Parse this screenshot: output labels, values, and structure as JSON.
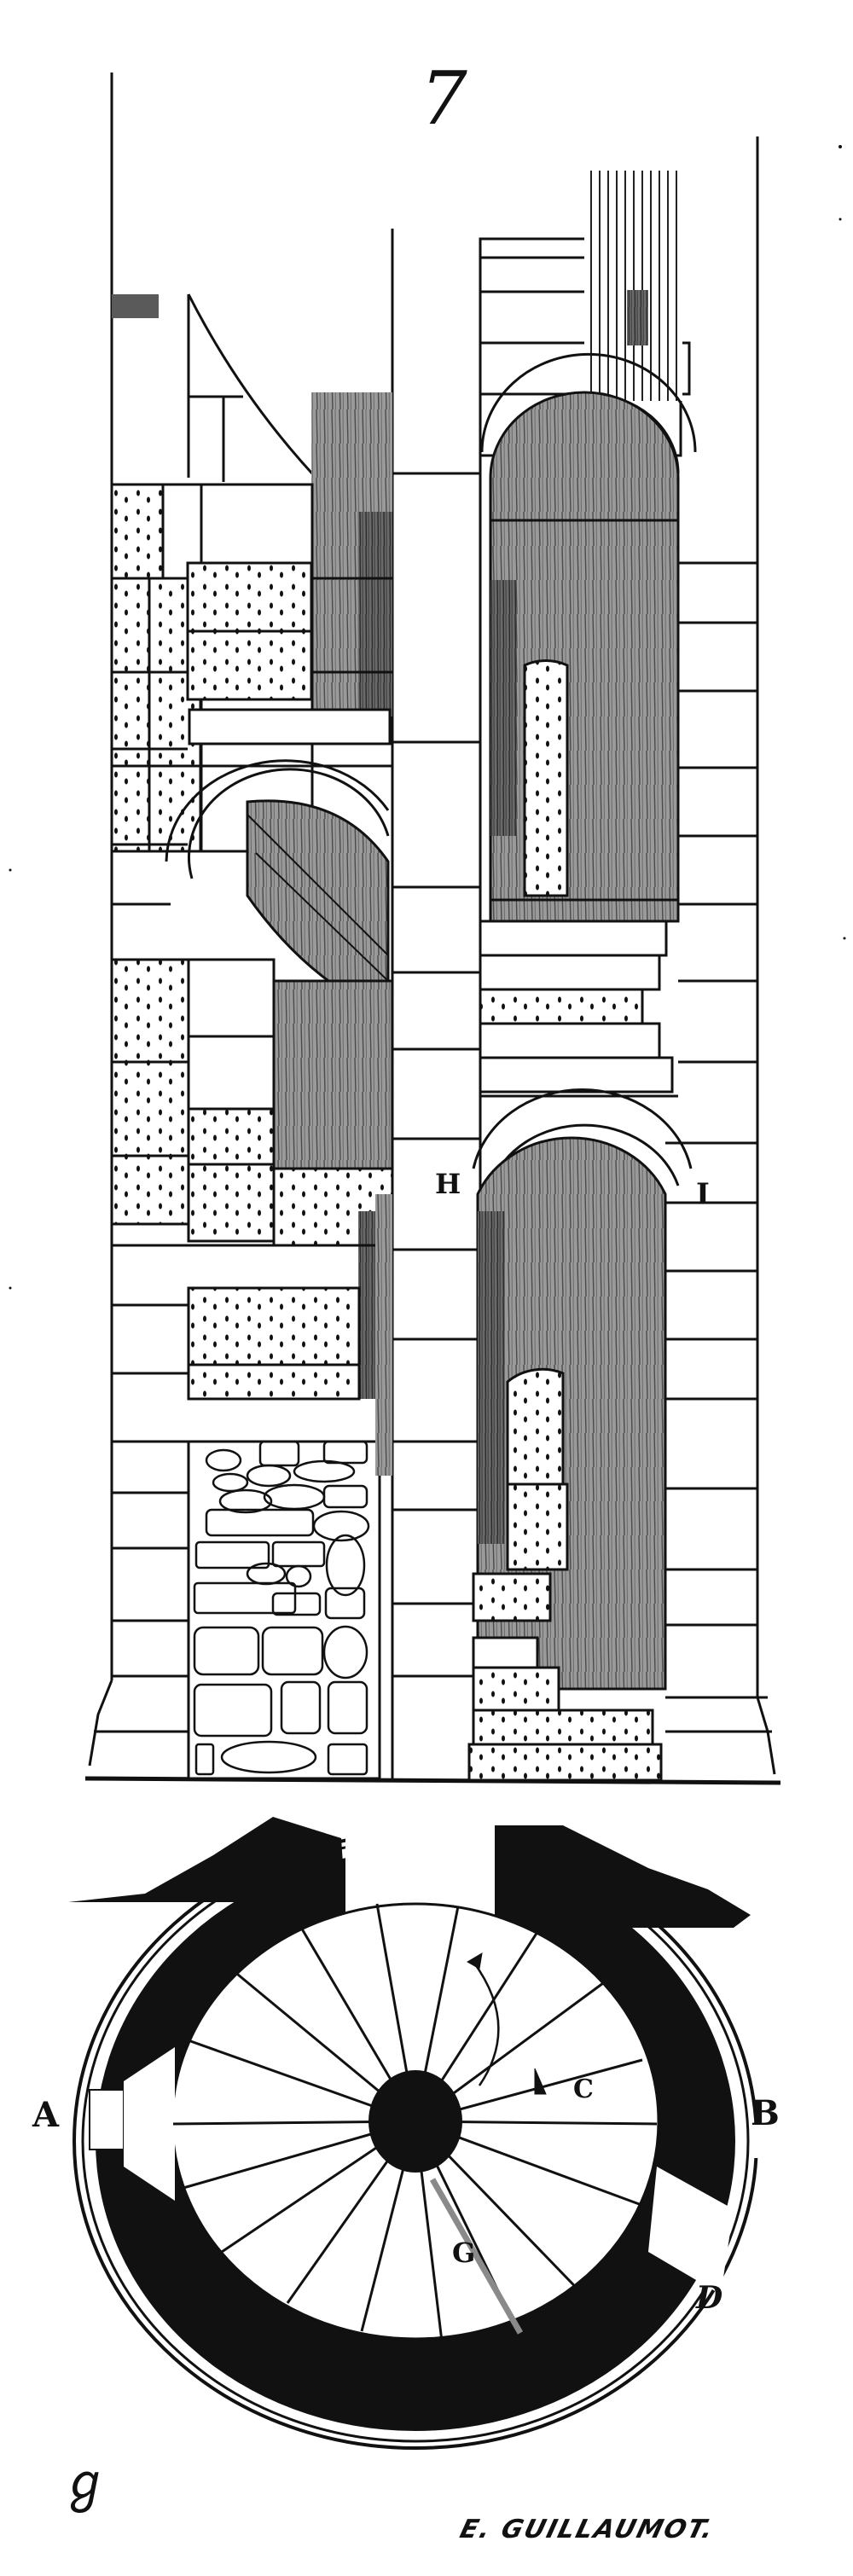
{
  "figure": {
    "number": "7",
    "type": "architectural plate: spiral staircase tower — elevation/section above, plan below"
  },
  "elevation": {
    "labels": [
      {
        "id": "H",
        "text": "H"
      },
      {
        "id": "I",
        "text": "I"
      }
    ]
  },
  "plan": {
    "labels": [
      {
        "id": "A",
        "text": "A"
      },
      {
        "id": "B",
        "text": "B"
      },
      {
        "id": "C",
        "text": "C"
      },
      {
        "id": "G",
        "text": "G"
      },
      {
        "id": "D",
        "text": "D"
      }
    ],
    "steps_count": 16
  },
  "credits": {
    "monogram": "ℊ",
    "engraver": "E. GUILLAUMOT."
  },
  "colors": {
    "ink": "#111111",
    "paper": "#ffffff",
    "shade": "#8a8a8a",
    "shade_dark": "#5a5a5a"
  }
}
